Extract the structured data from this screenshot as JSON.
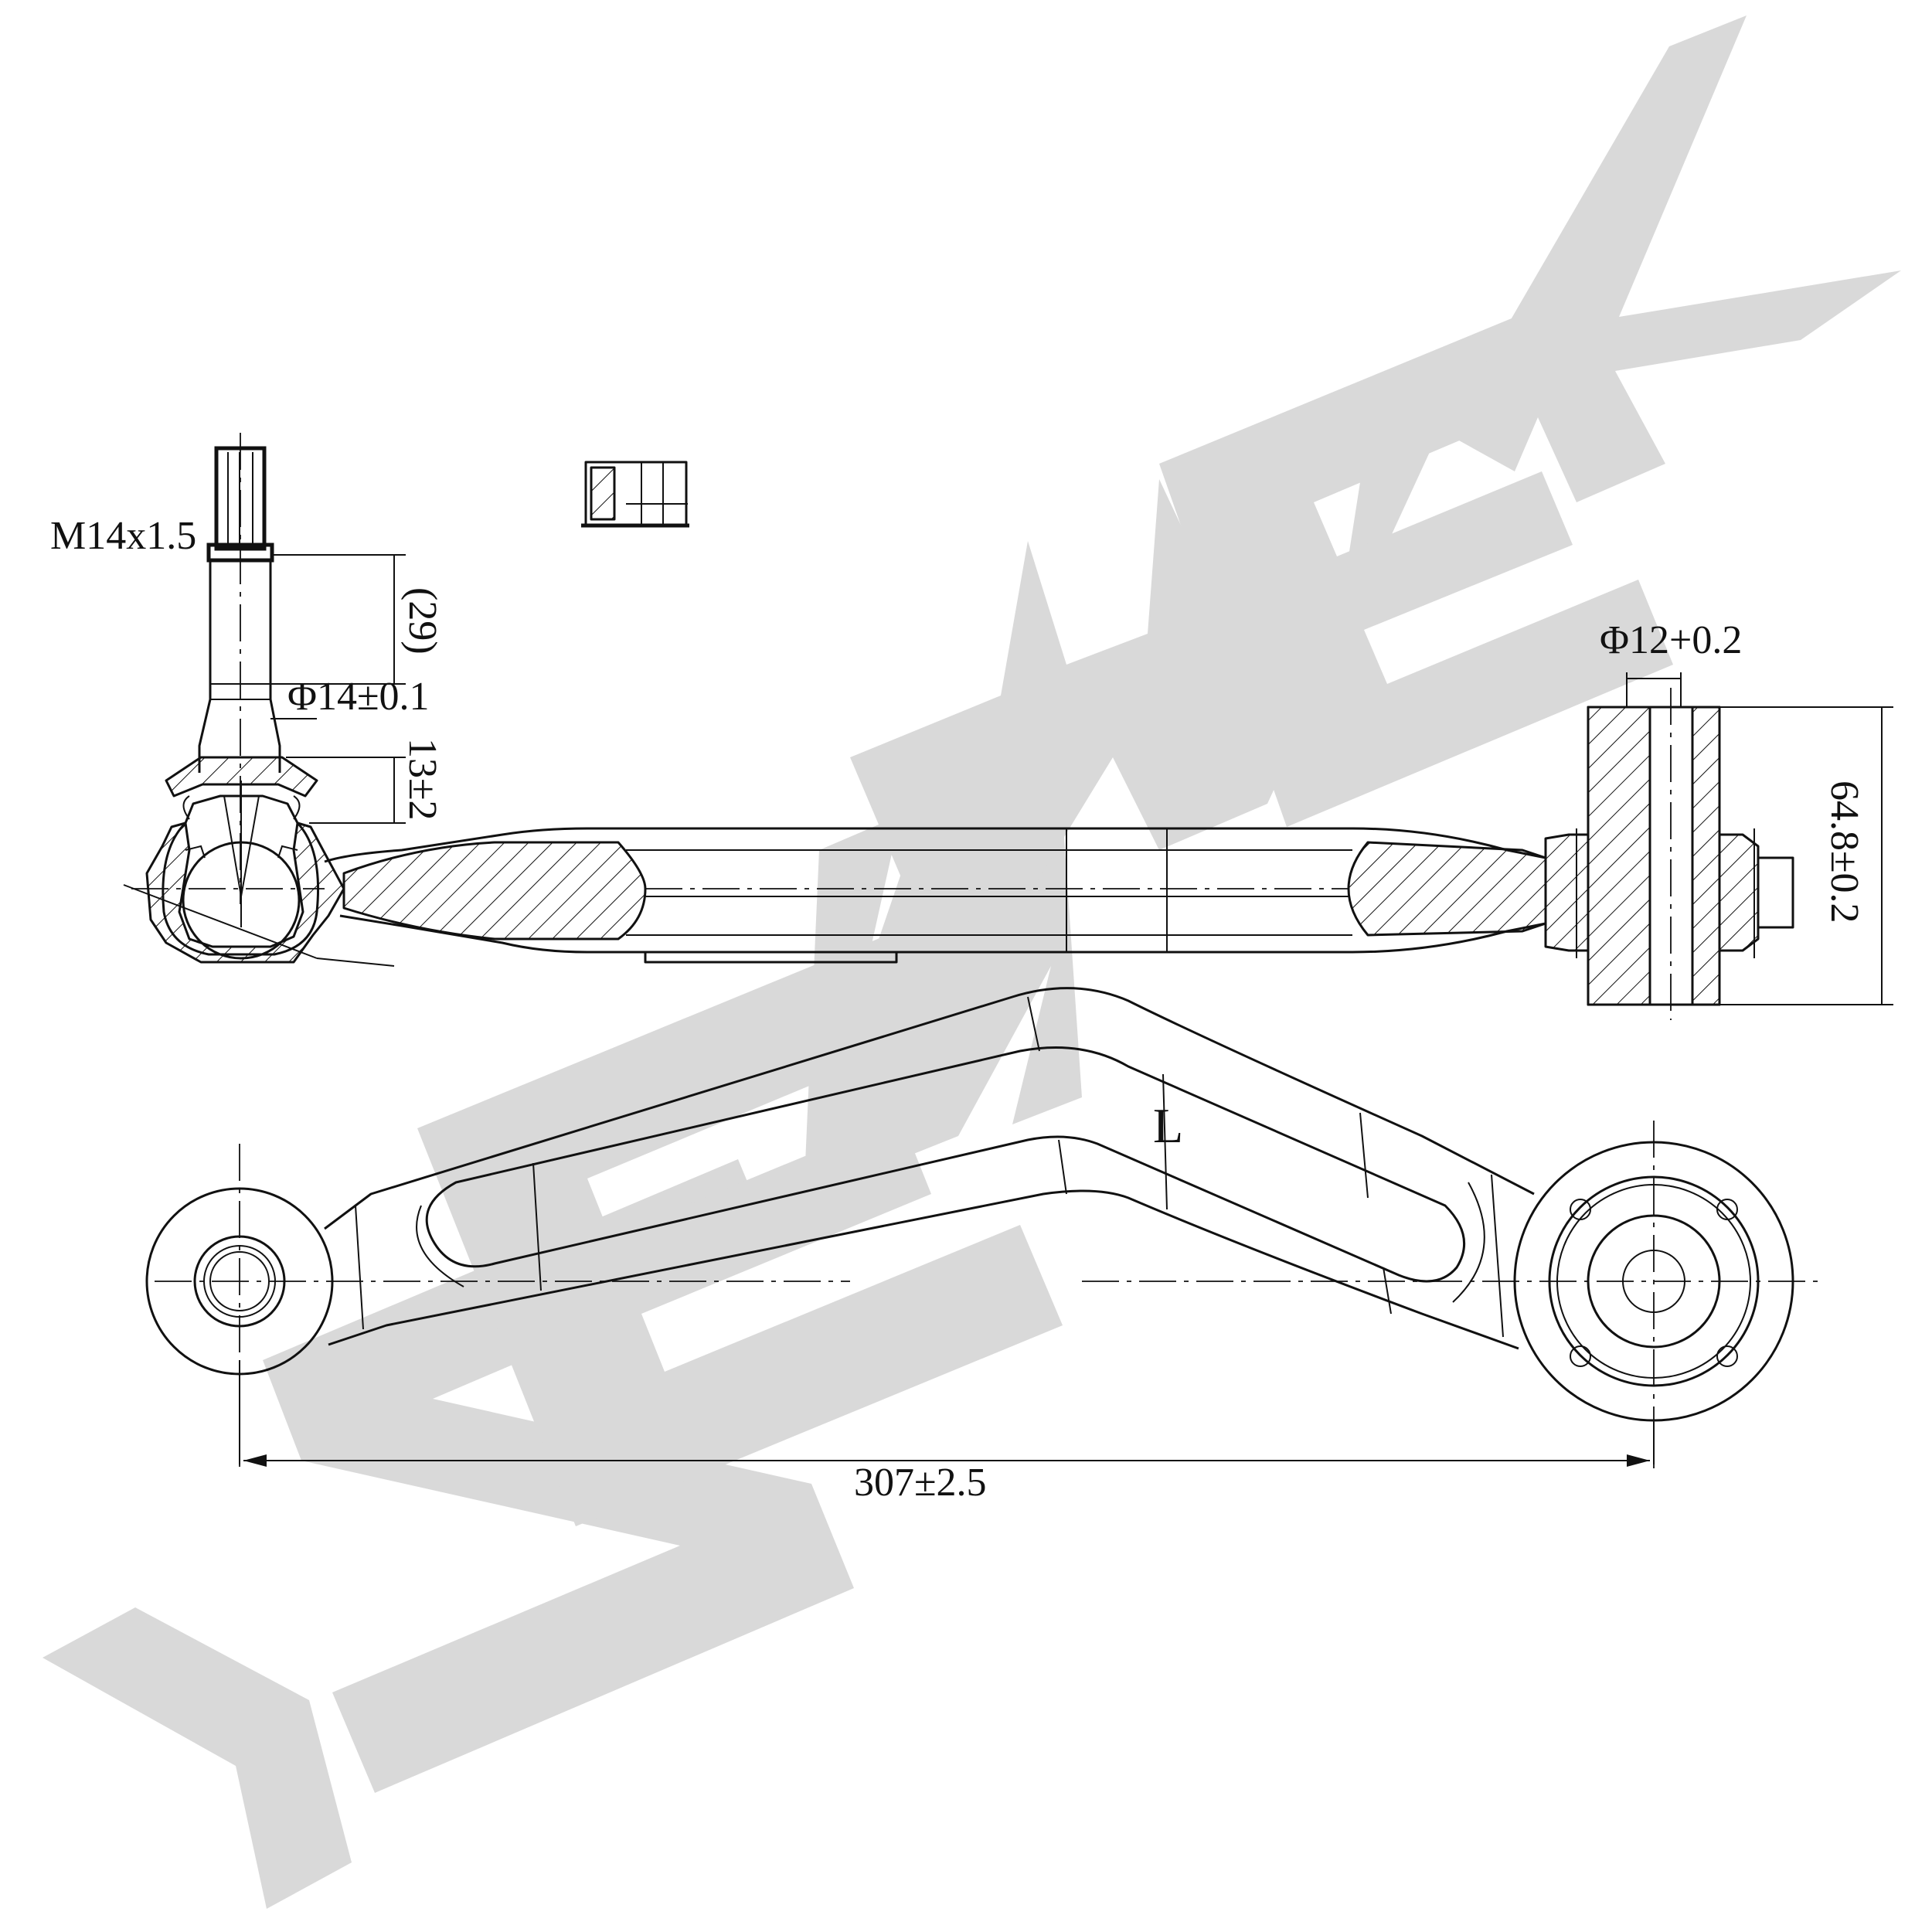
{
  "watermark": {
    "text": "ZENWEK",
    "color": "#d9d9d9"
  },
  "labels": {
    "thread": "M14x1.5",
    "stud_length": "(29)",
    "stud_diameter": "Φ14±0.1",
    "taper_height": "13±2",
    "bushing_bore": "Φ12+0.2",
    "bushing_width": "64.8±0.2",
    "side_mark": "L",
    "center_distance": "307±2.5"
  },
  "line_color": "#111111"
}
